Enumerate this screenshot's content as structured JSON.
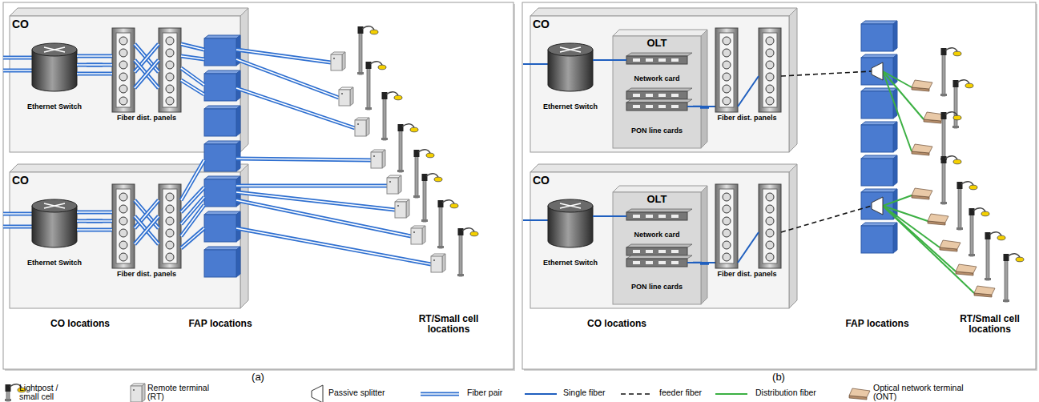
{
  "diagram": {
    "nodes": [
      {
        "text": [
          "CO"
        ]
      },
      {
        "text": [
          "Ethernet Switch"
        ],
        "in": 0
      },
      {
        "text": [
          "Fiber dist. panels"
        ],
        "in": 0
      },
      {
        "text": [
          "CO"
        ]
      },
      {
        "text": [
          "Ethernet Switch"
        ],
        "in": 3
      },
      {
        "text": [
          "Fiber dist. panels"
        ],
        "in": 3
      },
      {
        "text": [
          "CO"
        ]
      },
      {
        "text": [
          "Ethernet Switch"
        ],
        "in": 6
      },
      {
        "text": [
          "OLT"
        ],
        "in": 6
      },
      {
        "text": [
          "Network card"
        ],
        "in": 8
      },
      {
        "text": [
          "PON line cards"
        ],
        "in": 8
      },
      {
        "text": [
          "Fiber dist. panels"
        ],
        "in": 6
      },
      {
        "text": [
          "CO"
        ]
      },
      {
        "text": [
          "Ethernet Switch"
        ],
        "in": 12
      },
      {
        "text": [
          "OLT"
        ],
        "in": 12
      },
      {
        "text": [
          "Network card"
        ],
        "in": 14
      },
      {
        "text": [
          "PON line cards"
        ],
        "in": 14
      },
      {
        "text": [
          "Fiber dist. panels"
        ],
        "in": 12
      }
    ],
    "edges": [
      {
        "from": 1,
        "to": 2,
        "arrow": "none"
      },
      {
        "from": 4,
        "to": 5,
        "arrow": "none"
      },
      {
        "from": 7,
        "to": 9,
        "arrow": "none"
      },
      {
        "from": 10,
        "to": 11,
        "arrow": "none"
      },
      {
        "from": 13,
        "to": 15,
        "arrow": "none"
      },
      {
        "from": 16,
        "to": 17,
        "arrow": "none"
      }
    ],
    "labels": [
      "CO locations",
      "FAP locations",
      "RT/Small cell locations",
      "(a)",
      "CO locations",
      "FAP locations",
      "RT/Small cell locations",
      "(b)"
    ],
    "legend": [
      {
        "text": "Lightpost / small cell"
      },
      {
        "text": "Remote terminal (RT)"
      },
      {
        "text": "Passive splitter"
      },
      {
        "text": "Fiber pair"
      },
      {
        "text": "Single fiber"
      },
      {
        "text": "feeder fiber"
      },
      {
        "text": "Distribution fiber"
      },
      {
        "text": "Optical network terminal (ONT)"
      }
    ]
  }
}
